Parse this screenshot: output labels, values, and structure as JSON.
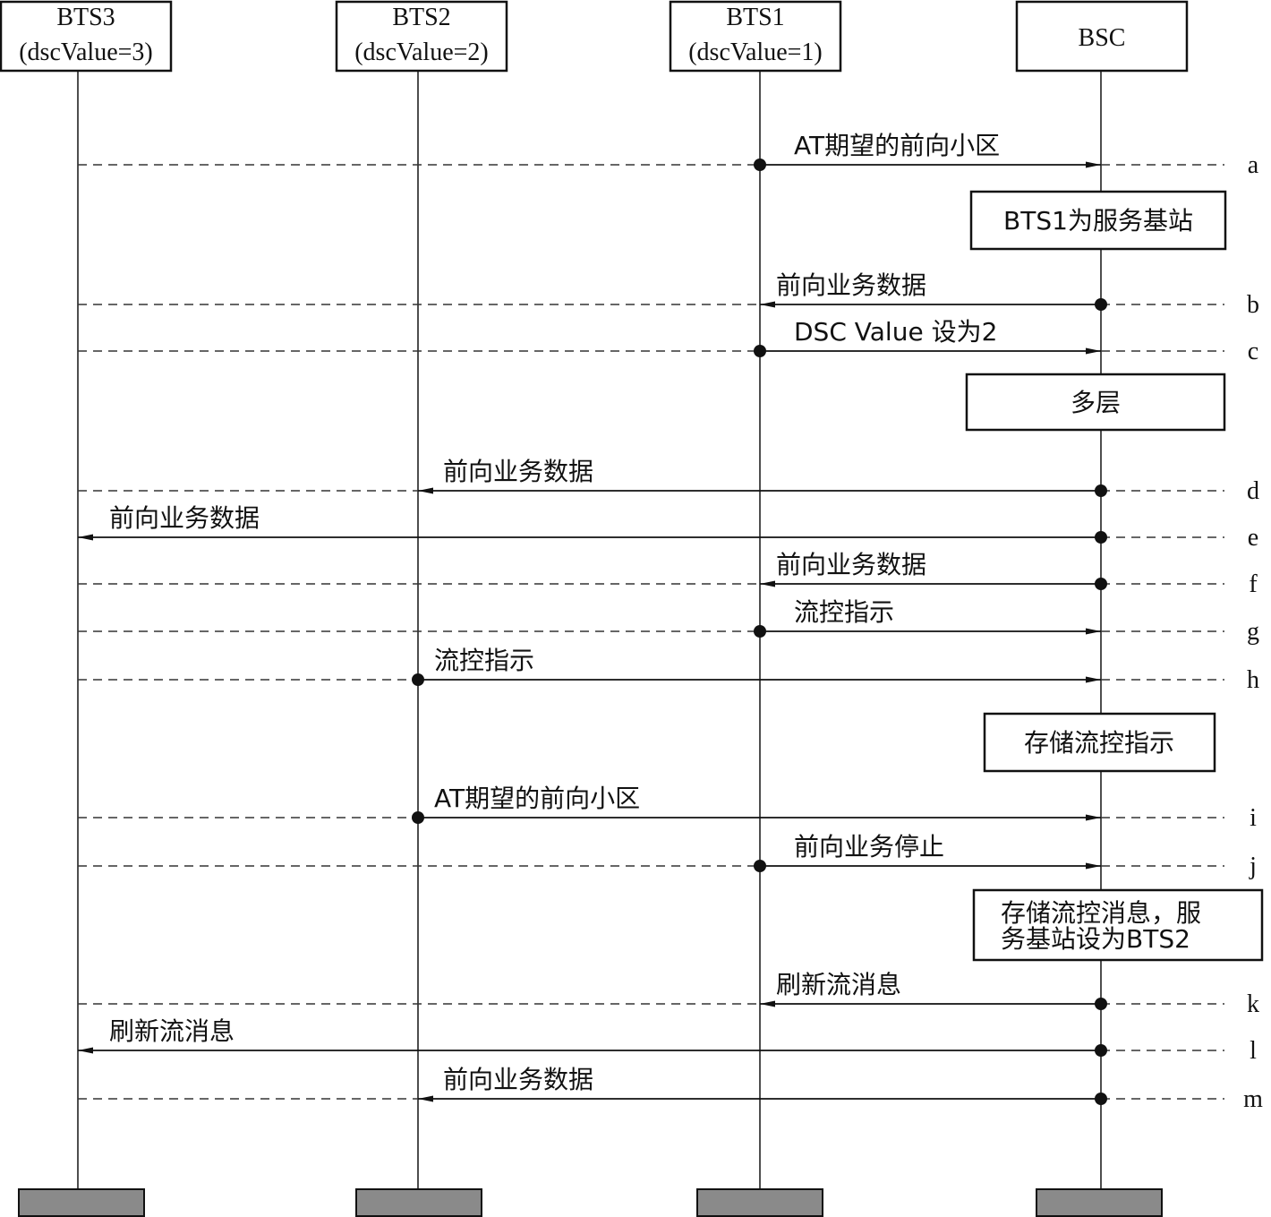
{
  "participants": [
    {
      "id": "bts3",
      "line1": "BTS3",
      "line2": "(dscValue=3)"
    },
    {
      "id": "bts2",
      "line1": "BTS2",
      "line2": "(dscValue=2)"
    },
    {
      "id": "bts1",
      "line1": "BTS1",
      "line2": "(dscValue=1)"
    },
    {
      "id": "bsc",
      "line1": "BSC",
      "line2": ""
    }
  ],
  "messages": [
    {
      "letter": "a",
      "label": "AT期望的前向小区",
      "from": "bts1",
      "to": "bsc"
    },
    {
      "letter": "b",
      "label": "前向业务数据",
      "from": "bsc",
      "to": "bts1"
    },
    {
      "letter": "c",
      "label": "DSC Value 设为2",
      "from": "bts1",
      "to": "bsc"
    },
    {
      "letter": "d",
      "label": "前向业务数据",
      "from": "bsc",
      "to": "bts2"
    },
    {
      "letter": "e",
      "label": "前向业务数据",
      "from": "bsc",
      "to": "bts3"
    },
    {
      "letter": "f",
      "label": "前向业务数据",
      "from": "bsc",
      "to": "bts1"
    },
    {
      "letter": "g",
      "label": "流控指示",
      "from": "bts1",
      "to": "bsc"
    },
    {
      "letter": "h",
      "label": "流控指示",
      "from": "bts2",
      "to": "bsc"
    },
    {
      "letter": "i",
      "label": "AT期望的前向小区",
      "from": "bts2",
      "to": "bsc"
    },
    {
      "letter": "j",
      "label": "前向业务停止",
      "from": "bts1",
      "to": "bsc"
    },
    {
      "letter": "k",
      "label": "刷新流消息",
      "from": "bsc",
      "to": "bts1"
    },
    {
      "letter": "l",
      "label": "刷新流消息",
      "from": "bsc",
      "to": "bts3"
    },
    {
      "letter": "m",
      "label": "前向业务数据",
      "from": "bsc",
      "to": "bts2"
    }
  ],
  "notes": [
    {
      "id": "note-serving",
      "lines": [
        "BTS1为服务基站"
      ]
    },
    {
      "id": "note-multilayer",
      "lines": [
        "多层"
      ]
    },
    {
      "id": "note-store-fc",
      "lines": [
        "存储流控指示"
      ]
    },
    {
      "id": "note-store-fc-msg",
      "lines": [
        "存储流控消息，服",
        "务基站设为BTS2"
      ]
    }
  ]
}
